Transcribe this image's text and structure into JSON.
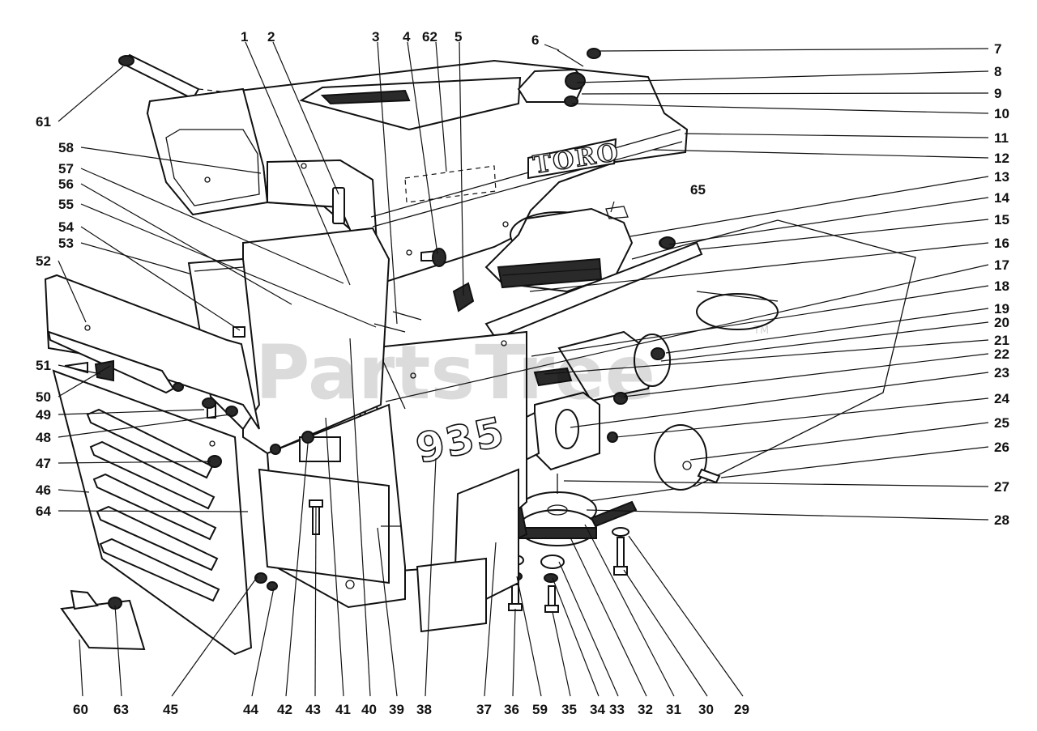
{
  "diagram": {
    "brand_text": "TORO",
    "model_text": "935",
    "watermark": "PartsTree",
    "watermark_tm": "TM"
  },
  "callouts": [
    {
      "id": "c1",
      "text": "1"
    },
    {
      "id": "c2",
      "text": "2"
    },
    {
      "id": "c3",
      "text": "3"
    },
    {
      "id": "c4",
      "text": "4"
    },
    {
      "id": "c62a",
      "text": "62"
    },
    {
      "id": "c5",
      "text": "5"
    },
    {
      "id": "c6",
      "text": "6"
    },
    {
      "id": "c7",
      "text": "7"
    },
    {
      "id": "c8",
      "text": "8"
    },
    {
      "id": "c9",
      "text": "9"
    },
    {
      "id": "c10",
      "text": "10"
    },
    {
      "id": "c11",
      "text": "11"
    },
    {
      "id": "c12",
      "text": "12"
    },
    {
      "id": "c13",
      "text": "13"
    },
    {
      "id": "c14",
      "text": "14"
    },
    {
      "id": "c15",
      "text": "15"
    },
    {
      "id": "c16",
      "text": "16"
    },
    {
      "id": "c17",
      "text": "17"
    },
    {
      "id": "c18",
      "text": "18"
    },
    {
      "id": "c19",
      "text": "19"
    },
    {
      "id": "c20",
      "text": "20"
    },
    {
      "id": "c21",
      "text": "21"
    },
    {
      "id": "c22",
      "text": "22"
    },
    {
      "id": "c23",
      "text": "23"
    },
    {
      "id": "c24",
      "text": "24"
    },
    {
      "id": "c25",
      "text": "25"
    },
    {
      "id": "c26",
      "text": "26"
    },
    {
      "id": "c27",
      "text": "27"
    },
    {
      "id": "c28",
      "text": "28"
    },
    {
      "id": "c65",
      "text": "65"
    },
    {
      "id": "c61",
      "text": "61"
    },
    {
      "id": "c58",
      "text": "58"
    },
    {
      "id": "c57",
      "text": "57"
    },
    {
      "id": "c56",
      "text": "56"
    },
    {
      "id": "c55",
      "text": "55"
    },
    {
      "id": "c54",
      "text": "54"
    },
    {
      "id": "c53",
      "text": "53"
    },
    {
      "id": "c52",
      "text": "52"
    },
    {
      "id": "c51",
      "text": "51"
    },
    {
      "id": "c50",
      "text": "50"
    },
    {
      "id": "c49",
      "text": "49"
    },
    {
      "id": "c48",
      "text": "48"
    },
    {
      "id": "c47",
      "text": "47"
    },
    {
      "id": "c46",
      "text": "46"
    },
    {
      "id": "c64",
      "text": "64"
    },
    {
      "id": "c60",
      "text": "60"
    },
    {
      "id": "c63",
      "text": "63"
    },
    {
      "id": "c45",
      "text": "45"
    },
    {
      "id": "c44",
      "text": "44"
    },
    {
      "id": "c42",
      "text": "42"
    },
    {
      "id": "c43",
      "text": "43"
    },
    {
      "id": "c41",
      "text": "41"
    },
    {
      "id": "c40",
      "text": "40"
    },
    {
      "id": "c39",
      "text": "39"
    },
    {
      "id": "c38",
      "text": "38"
    },
    {
      "id": "c37",
      "text": "37"
    },
    {
      "id": "c36",
      "text": "36"
    },
    {
      "id": "c59",
      "text": "59"
    },
    {
      "id": "c35",
      "text": "35"
    },
    {
      "id": "c34",
      "text": "34"
    },
    {
      "id": "c33",
      "text": "33"
    },
    {
      "id": "c32",
      "text": "32"
    },
    {
      "id": "c31",
      "text": "31"
    },
    {
      "id": "c30",
      "text": "30"
    },
    {
      "id": "c29",
      "text": "29"
    }
  ]
}
